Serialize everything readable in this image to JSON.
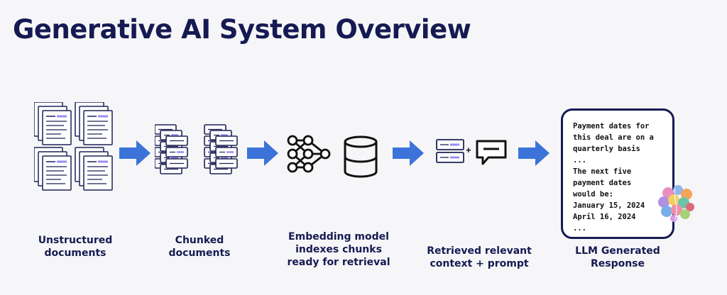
{
  "title": "Generative AI System Overview",
  "stages": [
    {
      "name": "unstructured-documents",
      "label_lines": [
        "Unstructured",
        "documents"
      ]
    },
    {
      "name": "chunked-documents",
      "label_lines": [
        "Chunked",
        "documents"
      ]
    },
    {
      "name": "embedding-model",
      "label_lines": [
        "Embedding model",
        "indexes chunks",
        "ready for retrieval"
      ]
    },
    {
      "name": "retrieved-context",
      "label_lines": [
        "Retrieved relevant",
        "context + prompt"
      ],
      "plus_symbol": "+"
    },
    {
      "name": "llm-response",
      "label_lines": [
        "LLM Generated",
        "Response"
      ]
    }
  ],
  "response_text": [
    "Payment dates for",
    "this deal are on a",
    "quarterly basis",
    "...",
    "The next five",
    "payment dates",
    "would be:",
    "January 15, 2024",
    "April 16, 2024",
    "..."
  ],
  "icons": {
    "documents": "document-stack-icon",
    "chunks": "chunked-document-icon",
    "network": "neural-network-icon",
    "database": "database-icon",
    "chat": "chat-bubble-icon",
    "brain": "brain-icon",
    "arrow": "right-arrow-icon"
  },
  "colors": {
    "title": "#161a52",
    "arrow": "#3b73d9",
    "accent_purple": "#9b8cf2",
    "box_border": "#161a52"
  }
}
